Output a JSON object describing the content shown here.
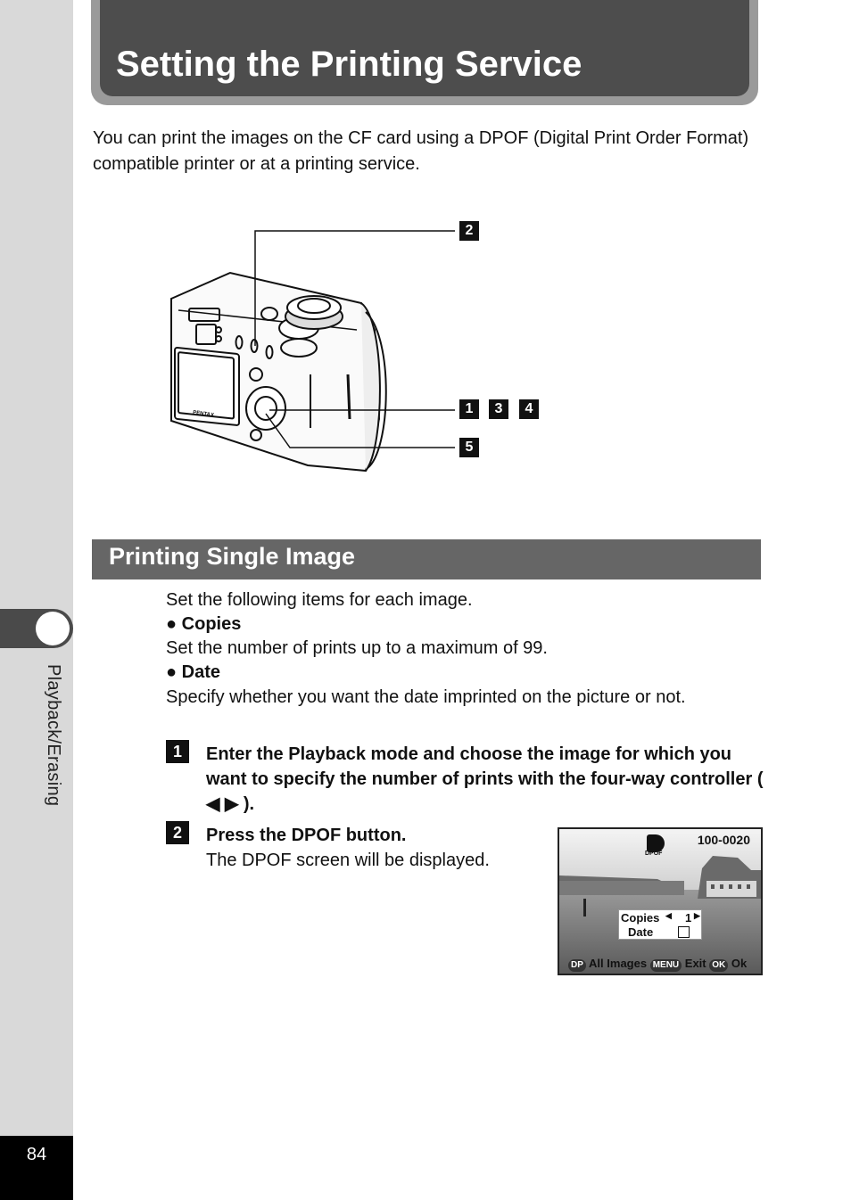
{
  "page": {
    "title": "Setting the Printing Service",
    "intro": "You can print the images on the CF card using a DPOF (Digital Print Order Format) compatible printer or at a printing service.",
    "side_label": "Playback/Erasing",
    "page_number": "84"
  },
  "figure": {
    "callouts": [
      "2",
      "1",
      "3",
      "4",
      "5"
    ]
  },
  "section": {
    "title": "Printing Single Image",
    "lead": "Set the following items for each image.",
    "items": [
      {
        "bullet": "●",
        "heading": "Copies",
        "text": "Set the number of prints up to a maximum of 99."
      },
      {
        "bullet": "●",
        "heading": "Date",
        "text": "Specify whether you want the date imprinted on the picture or not."
      }
    ]
  },
  "steps": [
    {
      "num": "1",
      "text": "Enter the Playback mode and choose the image for which you want to specify the number of prints with the four-way controller ( ◀ ▶ )."
    },
    {
      "num": "2",
      "text": "Press the DPOF button.",
      "subtext": "The DPOF screen will be displayed."
    }
  ],
  "lcd": {
    "file_number": "100-0020",
    "dpof_label": "DPOF",
    "copies_label": "Copies",
    "copies_value": "1",
    "date_label": "Date",
    "bottom": {
      "dp": "DP",
      "all_images": "All Images",
      "menu": "MENU",
      "exit": "Exit",
      "ok_btn": "OK",
      "ok": "Ok"
    }
  }
}
